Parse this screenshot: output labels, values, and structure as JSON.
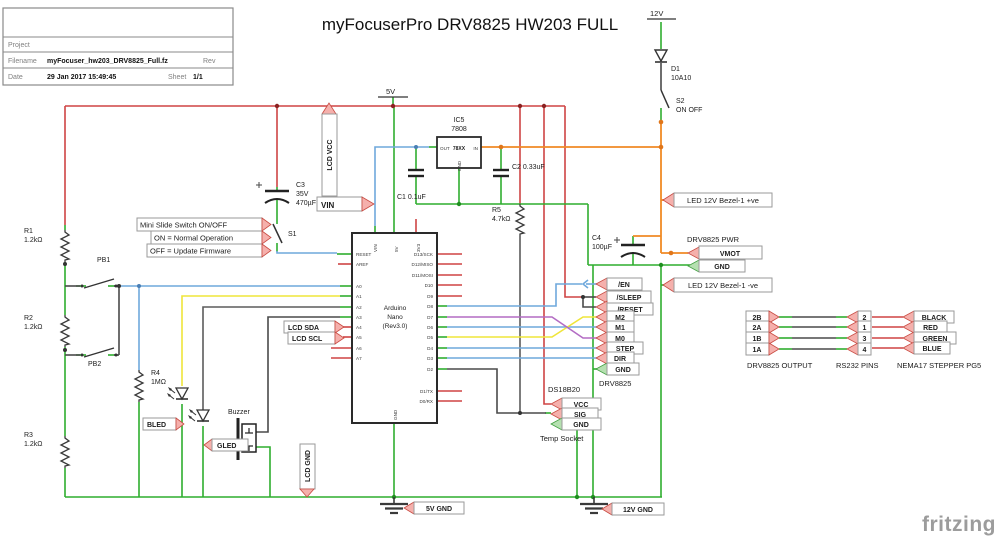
{
  "title": "myFocuserPro DRV8825 HW203 FULL",
  "watermark": "fritzing",
  "title_block": {
    "project_label": "Project",
    "filename_label": "Filename",
    "filename_value": "myFocuser_hw203_DRV8825_Full.fz",
    "rev_label": "Rev",
    "date_label": "Date",
    "date_value": "29 Jan 2017 15:49:45",
    "sheet_label": "Sheet",
    "sheet_value": "1/1"
  },
  "power": {
    "v12": "12V",
    "v5": "5V",
    "d1_ref": "D1",
    "d1_value": "10A10",
    "s2_ref": "S2",
    "s2_value": "ON OFF",
    "s1_ref": "S1",
    "ic5_ref": "IC5",
    "ic5_value": "7808",
    "ic5_out": "OUT",
    "ic5_chip": "78XX",
    "ic5_in": "IN",
    "ic5_gnd": "GND",
    "c1": "C1 0.1uF",
    "c2": "C2 0.33uF",
    "c3_ref": "C3",
    "c3_volt": "35V",
    "c3_value": "470µF",
    "c4_ref": "C4",
    "c4_value": "100µF",
    "r5_ref": "R5",
    "r5_value": "4.7kΩ"
  },
  "left_side": {
    "r1_ref": "R1",
    "r1_value": "1.2kΩ",
    "r2_ref": "R2",
    "r2_value": "1.2kΩ",
    "r3_ref": "R3",
    "r3_value": "1.2kΩ",
    "r4_ref": "R4",
    "r4_value": "1MΩ",
    "pb1": "PB1",
    "pb2": "PB2",
    "buzzer": "Buzzer"
  },
  "net_labels": {
    "slide1": "Mini Slide Switch ON/OFF",
    "slide2": "ON = Normal Operation",
    "slide3": "OFF = Update Firmware",
    "lcd_vcc": "LCD VCC",
    "lcd_sda": "LCD SDA",
    "lcd_scl": "LCD SCL",
    "lcd_gnd": "LCD GND",
    "vin": "VIN",
    "bled": "BLED",
    "gled": "GLED",
    "v5_gnd": "5V GND",
    "v12_gnd": "12V GND",
    "bezel_pos": "LED 12V Bezel-1 +ve",
    "bezel_neg": "LED 12V Bezel-1 -ve",
    "drv_pwr": "DRV8825 PWR",
    "vmot": "VMOT",
    "pwr_gnd": "GND"
  },
  "arduino": {
    "line1": "Arduino",
    "line2": "Nano",
    "line3": "(Rev3.0)",
    "top_pins": [
      "VIN",
      "5V",
      "3V3"
    ],
    "bottom_pin": "GND",
    "left_pins": [
      "RESET",
      "AREF",
      "A0",
      "A1",
      "A2",
      "A3",
      "A4",
      "A5",
      "A6",
      "A7"
    ],
    "right_pins": [
      "D13/SCK",
      "D12/MISO",
      "D11/MOSI",
      "D10",
      "D9",
      "D8",
      "D7",
      "D6",
      "D5",
      "D4",
      "D3",
      "D2",
      "D1/TX",
      "D0/RX"
    ]
  },
  "drv8825": {
    "caption": "DRV8825",
    "pins": [
      "/EN",
      "/SLEEP",
      "/RESET",
      "M2",
      "M1",
      "M0",
      "STEP",
      "DIR",
      "GND"
    ]
  },
  "temp_socket": {
    "part": "DS18B20",
    "pins": [
      "VCC",
      "SIG",
      "GND"
    ],
    "caption": "Temp Socket"
  },
  "drv_output": {
    "pins": [
      "2B",
      "2A",
      "1B",
      "1A"
    ],
    "caption": "DRV8825 OUTPUT"
  },
  "rs232": {
    "pins": [
      "2",
      "1",
      "3",
      "4"
    ],
    "caption": "RS232 PINS"
  },
  "nema17": {
    "pins": [
      "BLACK",
      "RED",
      "GREEN",
      "BLUE"
    ],
    "caption": "NEMA17 STEPPER PG5"
  },
  "colors": {
    "wire_green": "#2fae2f",
    "wire_red": "#cf4444",
    "wire_blue": "#6fa8dc",
    "wire_yellow": "#efe53a",
    "wire_purple": "#b36cc4",
    "wire_orange": "#f08a24",
    "wire_black": "#4a4a4a",
    "label_pink": "#f5b0ac",
    "label_green": "#b5e0b0"
  }
}
